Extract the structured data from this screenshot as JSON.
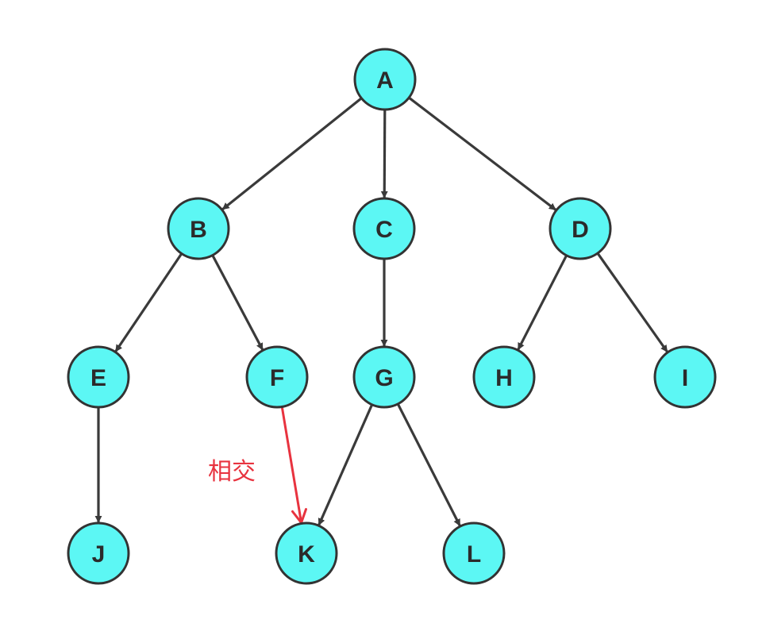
{
  "colors": {
    "node_fill": "#5cf7f4",
    "node_stroke": "#333333",
    "edge": "#3a3a3a",
    "highlight": "#e8333f"
  },
  "nodes": [
    {
      "id": "A",
      "label": "A"
    },
    {
      "id": "B",
      "label": "B"
    },
    {
      "id": "C",
      "label": "C"
    },
    {
      "id": "D",
      "label": "D"
    },
    {
      "id": "E",
      "label": "E"
    },
    {
      "id": "F",
      "label": "F"
    },
    {
      "id": "G",
      "label": "G"
    },
    {
      "id": "H",
      "label": "H"
    },
    {
      "id": "I",
      "label": "I"
    },
    {
      "id": "J",
      "label": "J"
    },
    {
      "id": "K",
      "label": "K"
    },
    {
      "id": "L",
      "label": "L"
    }
  ],
  "edges": [
    {
      "from": "A",
      "to": "B"
    },
    {
      "from": "A",
      "to": "C"
    },
    {
      "from": "A",
      "to": "D"
    },
    {
      "from": "B",
      "to": "E"
    },
    {
      "from": "B",
      "to": "F"
    },
    {
      "from": "C",
      "to": "G"
    },
    {
      "from": "D",
      "to": "H"
    },
    {
      "from": "D",
      "to": "I"
    },
    {
      "from": "E",
      "to": "J"
    },
    {
      "from": "G",
      "to": "K"
    },
    {
      "from": "G",
      "to": "L"
    },
    {
      "from": "F",
      "to": "K",
      "highlight": true
    }
  ],
  "annotation": {
    "text": "相交"
  }
}
